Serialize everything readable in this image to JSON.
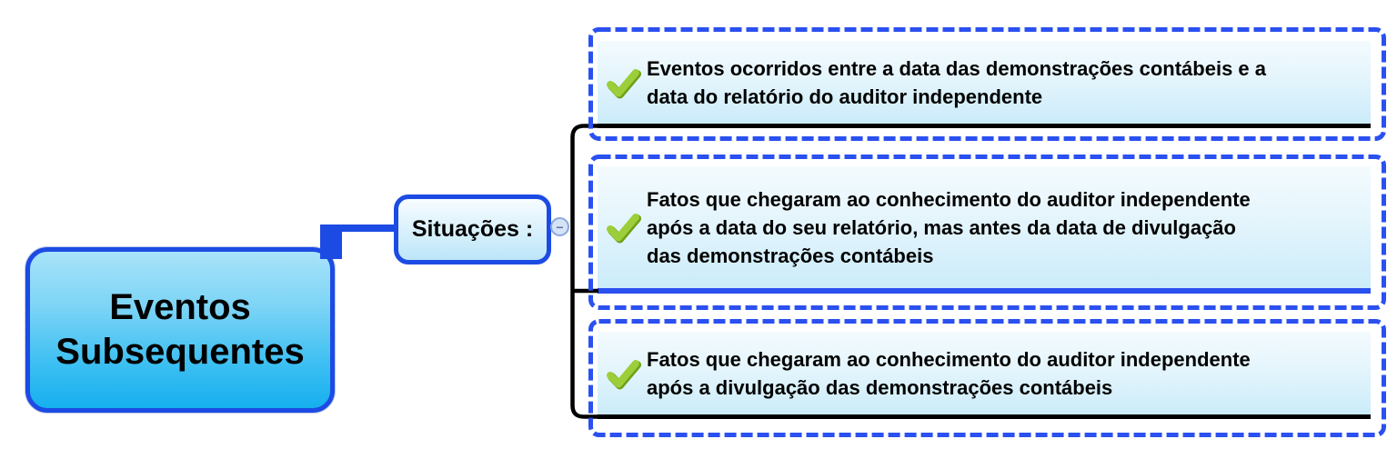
{
  "root_topic": {
    "label": "Eventos\nSubsequentes"
  },
  "subtopic": {
    "label": "Situações :"
  },
  "toggle": {
    "symbol": "−"
  },
  "children": [
    {
      "text": "Eventos ocorridos entre a data das demonstrações contábeis e a\ndata do relatório do auditor independente",
      "underline_color": "#000000"
    },
    {
      "text": "Fatos que chegaram ao conhecimento do auditor independente\napós a data do seu relatório, mas antes da data de divulgação\ndas demonstrações contábeis",
      "underline_color": "#2B50F0"
    },
    {
      "text": "Fatos que chegaram ao conhecimento do auditor independente\napós a divulgação das demonstrações contábeis",
      "underline_color": "#000000"
    }
  ],
  "icons": {
    "check": "check-icon",
    "collapse": "minus-icon"
  },
  "colors": {
    "branch_blue": "#1C4BE4",
    "dashed_border_blue": "#2B50F0",
    "bracket_black": "#000000",
    "check_green": "#9CCE3A",
    "check_green_shadow": "#6FA018",
    "root_fill_top": "#A8E3F9",
    "root_fill_bottom": "#16AFEF",
    "subtopic_fill_top": "#F7FCFF",
    "subtopic_fill_bottom": "#BCE6F9",
    "child_fill_top": "#F4FBFE",
    "child_fill_bottom": "#CBECFA"
  }
}
